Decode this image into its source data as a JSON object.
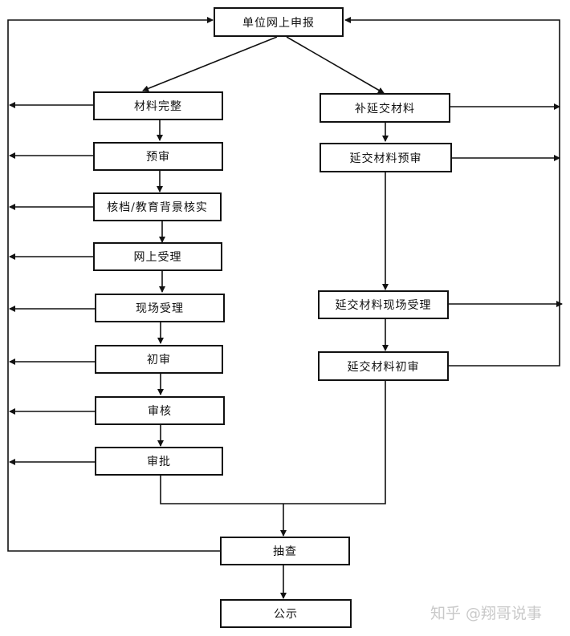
{
  "nodes": {
    "submit": "单位网上申报",
    "complete": "材料完整",
    "prereview": "预审",
    "verify": "核档/教育背景核实",
    "online_accept": "网上受理",
    "onsite_accept": "现场受理",
    "first_review": "初审",
    "audit": "审核",
    "approve": "审批",
    "supplement": "补延交材料",
    "late_prereview": "延交材料预审",
    "late_onsite": "延交材料现场受理",
    "late_first_review": "延交材料初审",
    "spot_check": "抽查",
    "publicity": "公示"
  },
  "watermark": "知乎 @翔哥说事"
}
